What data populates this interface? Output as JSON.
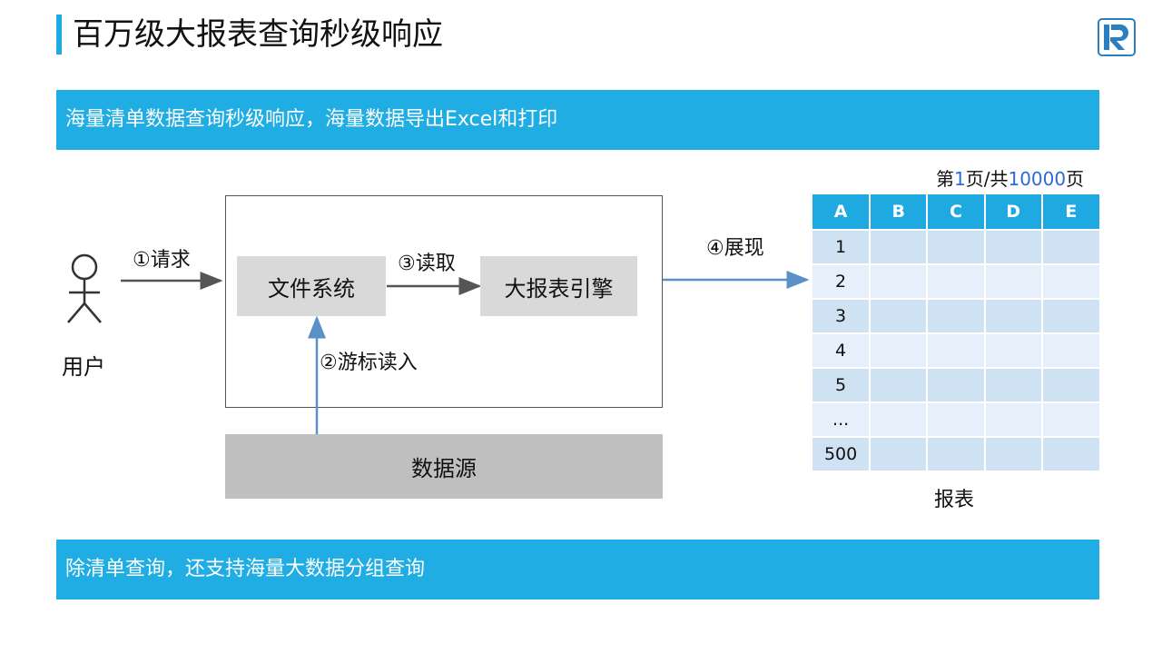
{
  "title": "百万级大报表查询秒级响应",
  "logo_letter": "R",
  "banner_top": "海量清单数据查询秒级响应，海量数据导出Excel和打印",
  "banner_bottom": "除清单查询，还支持海量大数据分组查询",
  "diagram": {
    "user_label": "用户",
    "request_label": "①请求",
    "file_system": "文件系统",
    "read_label": "③读取",
    "report_engine": "大报表引擎",
    "cursor_label": "②游标读入",
    "data_source": "数据源",
    "present_label": "④展现",
    "report_label": "报表"
  },
  "page_info": {
    "prefix": "第",
    "current": "1",
    "middle": "页/共",
    "total": "10000",
    "suffix": "页"
  },
  "table": {
    "headers": [
      "A",
      "B",
      "C",
      "D",
      "E"
    ],
    "rows": [
      "1",
      "2",
      "3",
      "4",
      "5",
      "...",
      "500"
    ]
  },
  "colors": {
    "accent": "#1fa9e1",
    "banner": "#1fade3",
    "arrow_blue": "#5b8fc7",
    "box_gray": "#d9d9d9",
    "datasource_gray": "#bfbfbf"
  }
}
